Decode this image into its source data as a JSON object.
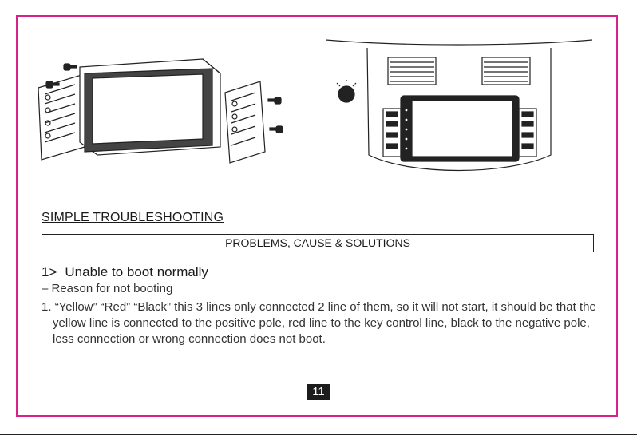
{
  "section": {
    "title": "SIMPLE TROUBLESHOOTING"
  },
  "problems_header": "PROBLEMS, CAUSE & SOLUTIONS",
  "issue": {
    "number": "1>",
    "heading": "Unable to boot normally",
    "reason": "– Reason for not booting",
    "item_number": "1.",
    "item_text": "“Yellow” “Red” “Black” this 3 lines only connected 2 line of them, so it will not start, it should be that the yellow line is connected to the positive pole, red line to the key control line, black to the negative pole, less connection or wrong connection does not boot."
  },
  "page_number": "11",
  "icons": {
    "left": "head-unit-bracket-installation-illustration",
    "right": "dashboard-installed-unit-illustration"
  },
  "colors": {
    "frame": "#d6238a",
    "text": "#1a1a1a",
    "page_badge": "#1c1c1c"
  }
}
